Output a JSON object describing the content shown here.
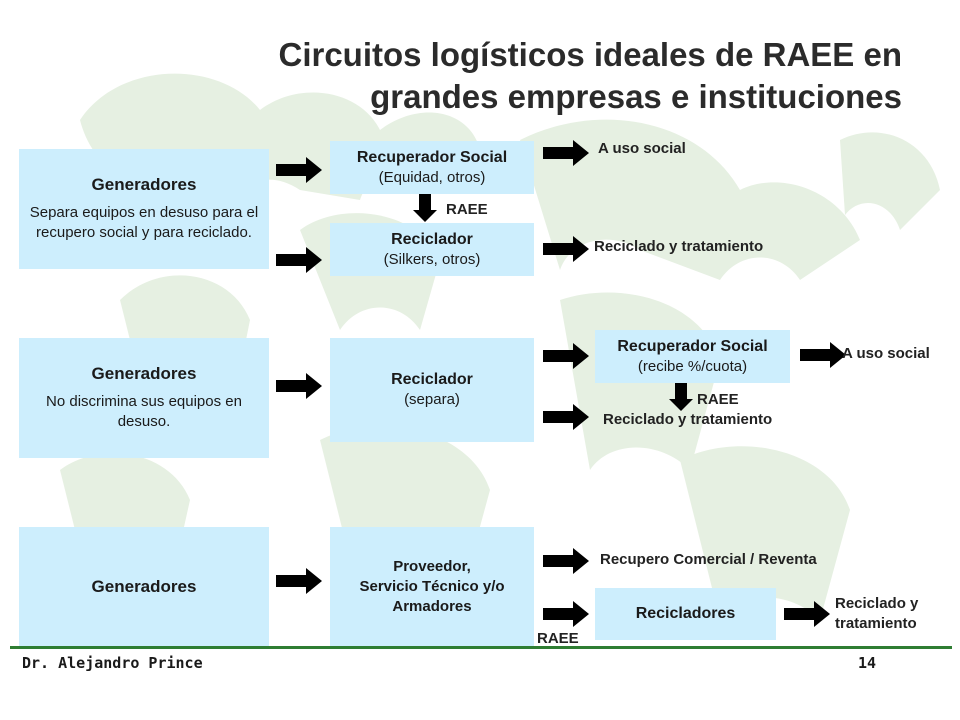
{
  "title": {
    "line1": "Circuitos logísticos ideales de RAEE en",
    "line2": "grandes empresas e instituciones"
  },
  "row1": {
    "generator": {
      "head": "Generadores",
      "body": "Separa equipos en desuso para el recupero social y para reciclado."
    },
    "recuperador": {
      "head": "Recuperador Social",
      "sub": "(Equidad, otros)"
    },
    "raee": "RAEE",
    "reciclador": {
      "head": "Reciclador",
      "sub": "(Silkers, otros)"
    },
    "out1": "A uso social",
    "out2": "Reciclado y tratamiento"
  },
  "row2": {
    "generator": {
      "head": "Generadores",
      "body": "No discrimina sus equipos en desuso."
    },
    "reciclador": {
      "head": "Reciclador",
      "sub": "(separa)"
    },
    "recuperador": {
      "head": "Recuperador Social",
      "sub": "(recibe %/cuota)"
    },
    "out_social": "A uso social",
    "raee": "RAEE",
    "out_reciclado": "Reciclado y tratamiento"
  },
  "row3": {
    "generator": {
      "head": "Generadores"
    },
    "proveedor": {
      "line1": "Proveedor,",
      "line2": "Servicio Técnico y/o",
      "line3": "Armadores"
    },
    "out_comercial": "Recupero Comercial / Reventa",
    "recicladores": "Recicladores",
    "raee": "RAEE",
    "out_reciclado_1": "Reciclado y",
    "out_reciclado_2": "tratamiento"
  },
  "footer": {
    "author": "Dr. Alejandro Prince",
    "page": "14"
  },
  "colors": {
    "box_fill": "#cdeefd",
    "footer_rule": "#2e7d32",
    "watermark": "#e6f0e2"
  }
}
